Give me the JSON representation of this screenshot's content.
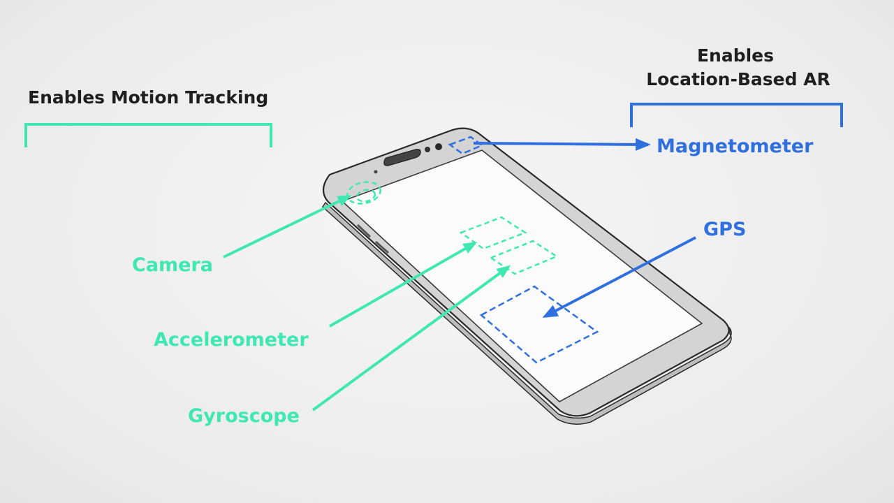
{
  "headings": {
    "motion": "Enables Motion Tracking",
    "location_line1": "Enables",
    "location_line2": "Location-Based AR"
  },
  "sensors": {
    "camera": "Camera",
    "accelerometer": "Accelerometer",
    "gyroscope": "Gyroscope",
    "magnetometer": "Magnetometer",
    "gps": "GPS"
  },
  "colors": {
    "motion_green": "#3ee8b0",
    "location_blue": "#2f6fde",
    "heading_text": "#1f1f1f",
    "phone_outline": "#2a2a2a",
    "bezel": "#d4d4d4"
  }
}
